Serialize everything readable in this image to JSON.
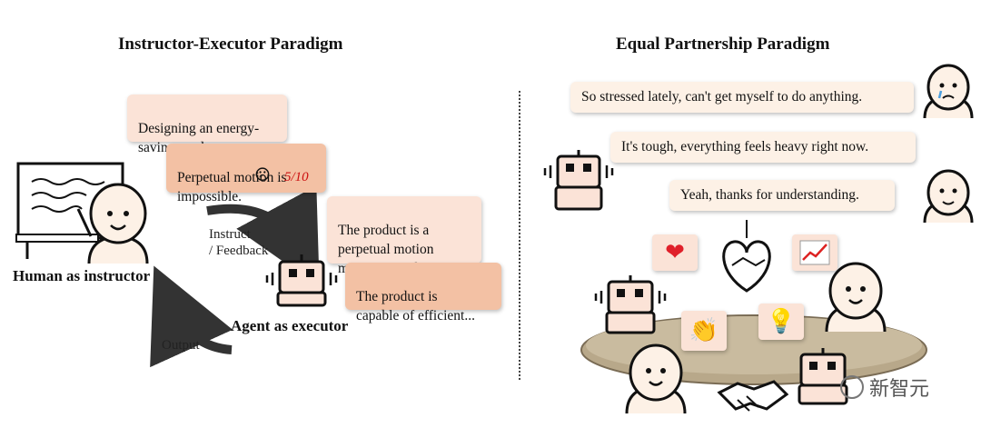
{
  "left": {
    "title": "Instructor-Executor Paradigm",
    "bubble_design": "Designing an energy-\nsaving product.",
    "bubble_perpetual": "Perpetual motion is\nimpossible.",
    "score": "5/10",
    "instruct_label": "Instruct\n/ Feedback",
    "output_label": "Output",
    "bubble_product1": "The product is a\nperpetual motion\nmachine capable of...",
    "bubble_product2": "The product is\ncapable of efficient...",
    "human_label": "Human as instructor",
    "agent_label": "Agent as executor"
  },
  "right": {
    "title": "Equal Partnership Paradigm",
    "bubble_stressed": "So stressed lately, can't get myself to do anything.",
    "bubble_tough": "It's tough, everything feels heavy right now.",
    "bubble_thanks": "Yeah, thanks for understanding."
  },
  "watermark": "新智元",
  "icons": [
    "heart-icon",
    "handshake-heart-icon",
    "chart-up-icon",
    "clap-icon",
    "lightbulb-icon",
    "handshake-icon",
    "sad-face-icon",
    "robot-icon",
    "human-icon",
    "whiteboard-icon",
    "wechat-icon"
  ]
}
